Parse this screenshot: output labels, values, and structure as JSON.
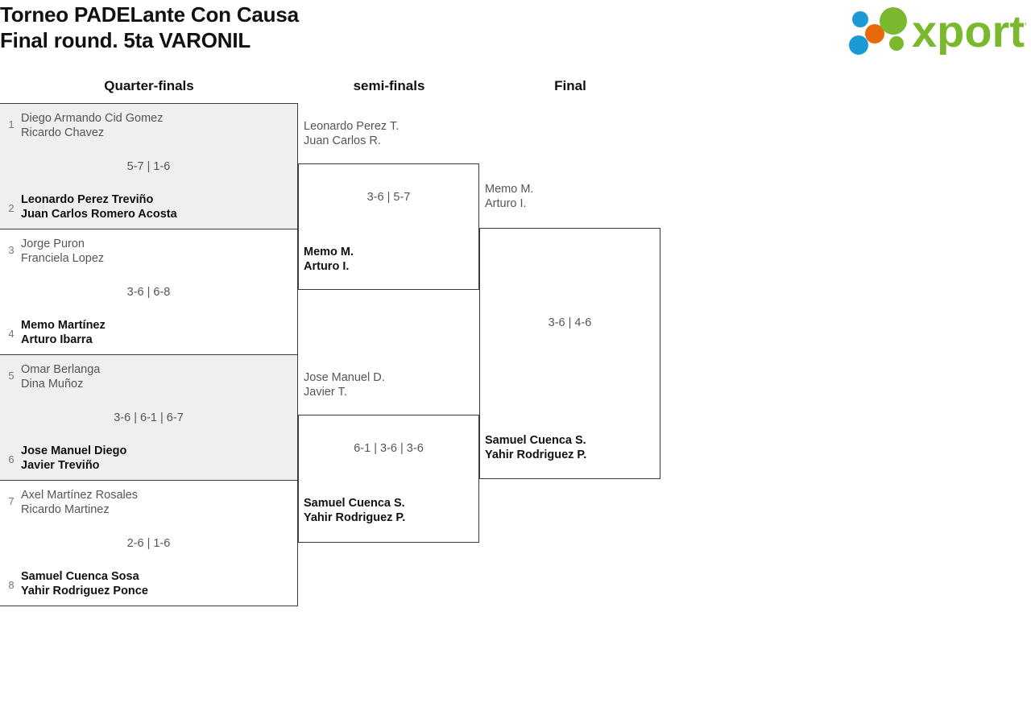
{
  "header": {
    "title": "Torneo PADELante Con Causa\nFinal round. 5ta VARONIL",
    "logo_text": "xporty",
    "logo_colors": {
      "green": "#7ab92d",
      "blue": "#1b9ad6",
      "orange": "#e8690b"
    }
  },
  "rounds": {
    "quarterfinals_label": "Quarter-finals",
    "semifinals_label": "semi-finals",
    "final_label": "Final"
  },
  "quarterfinals": [
    {
      "seed_top": "1",
      "top_p1": "Diego Armando Cid Gomez",
      "top_p2": "Ricardo Chavez",
      "seed_bottom": "2",
      "bottom_p1": "Leonardo Perez Treviño",
      "bottom_p2": "Juan Carlos Romero Acosta",
      "score": "5-7 | 1-6",
      "winner": "bottom"
    },
    {
      "seed_top": "3",
      "top_p1": "Jorge Puron",
      "top_p2": "Franciela Lopez",
      "seed_bottom": "4",
      "bottom_p1": "Memo Martínez",
      "bottom_p2": "Arturo Ibarra",
      "score": "3-6 | 6-8",
      "winner": "bottom"
    },
    {
      "seed_top": "5",
      "top_p1": "Omar Berlanga",
      "top_p2": "Dina Muñoz",
      "seed_bottom": "6",
      "bottom_p1": "Jose Manuel Diego",
      "bottom_p2": "Javier Treviño",
      "score": "3-6 | 6-1 | 6-7",
      "winner": "bottom"
    },
    {
      "seed_top": "7",
      "top_p1": "Axel Martínez Rosales",
      "top_p2": "Ricardo Martinez",
      "seed_bottom": "8",
      "bottom_p1": "Samuel Cuenca Sosa",
      "bottom_p2": "Yahir Rodriguez Ponce",
      "score": "2-6 | 1-6",
      "winner": "bottom"
    }
  ],
  "semifinals": [
    {
      "top_p1": "Leonardo Perez T.",
      "top_p2": "Juan Carlos R.",
      "bottom_p1": "Memo M.",
      "bottom_p2": "Arturo I.",
      "score": "3-6 | 5-7",
      "winner": "bottom"
    },
    {
      "top_p1": "Jose Manuel D.",
      "top_p2": "Javier T.",
      "bottom_p1": "Samuel Cuenca S.",
      "bottom_p2": "Yahir Rodriguez P.",
      "score": "6-1 | 3-6 | 3-6",
      "winner": "bottom"
    }
  ],
  "final": {
    "top_p1": "Memo M.",
    "top_p2": "Arturo I.",
    "bottom_p1": "Samuel Cuenca S.",
    "bottom_p2": "Yahir Rodriguez P.",
    "score": "3-6 | 4-6",
    "winner": "bottom"
  }
}
